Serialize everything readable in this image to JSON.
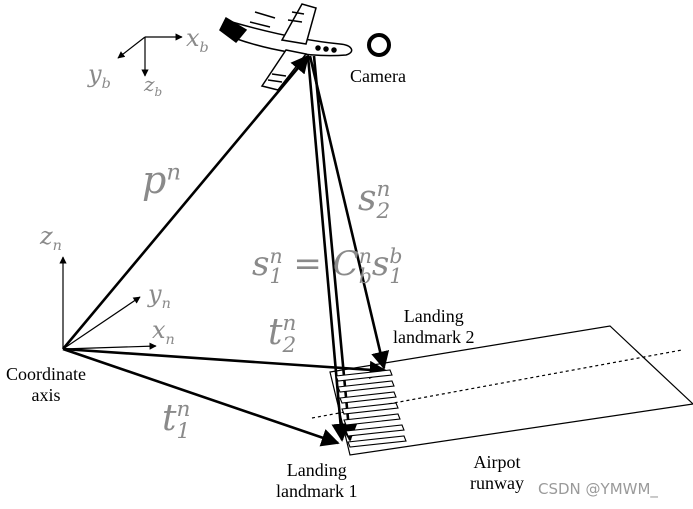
{
  "labels": {
    "camera": "Camera",
    "coordinate_axis_line1": "Coordinate",
    "coordinate_axis_line2": "axis",
    "landmark2_line1": "Landing",
    "landmark2_line2": "landmark 2",
    "landmark1_line1": "Landing",
    "landmark1_line2": "landmark 1",
    "runway_line1": "Airpot",
    "runway_line2": "runway",
    "watermark": "CSDN @YMWM_"
  },
  "axes": {
    "body": {
      "x": "x",
      "y": "y",
      "z": "z",
      "sub": "b"
    },
    "nav": {
      "x": "x",
      "y": "y",
      "z": "z",
      "sub": "n"
    }
  },
  "vectors": {
    "p": {
      "base": "p",
      "sup": "n"
    },
    "s2": {
      "base": "s",
      "sub": "2",
      "sup": "n"
    },
    "s1_eq": {
      "s": "s",
      "sub1": "1",
      "sup_n": "n",
      "eq": "=",
      "C": "C",
      "sub_b": "b",
      "sup_b": "b"
    },
    "t2": {
      "base": "t",
      "sub": "2",
      "sup": "n"
    },
    "t1": {
      "base": "t",
      "sub": "1",
      "sup": "n"
    }
  },
  "colors": {
    "lines": "#000000",
    "math_text": "#8a8a8a"
  }
}
